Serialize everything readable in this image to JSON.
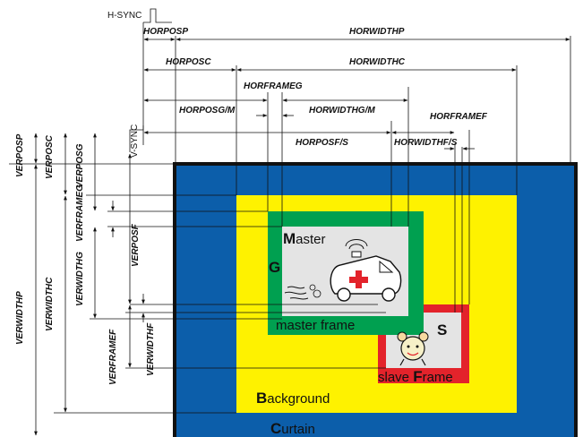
{
  "signals": {
    "hsync": "H-SYNC",
    "vsync": "V-SYNC"
  },
  "horizontal": {
    "horposp": "HORPOSP",
    "horwidthp": "HORWIDTHP",
    "horposc": "HORPOSC",
    "horwidthc": "HORWIDTHC",
    "horframeg": "HORFRAMEG",
    "horposg_m": "HORPOSG/M",
    "horwidthg_m": "HORWIDTHG/M",
    "horframef": "HORFRAMEF",
    "horposf_s": "HORPOSF/S",
    "horwidthf_s": "HORWIDTHF/S"
  },
  "vertical": {
    "verposp": "VERPOSP",
    "verwidthp": "VERWIDTHP",
    "verposc": "VERPOSC",
    "verwidthc": "VERWIDTHC",
    "verposg": "VERPOSG",
    "verframeg": "VERFRAMEG",
    "verwidthg": "VERWIDTHG",
    "verposf": "VERPOSF",
    "verframef": "VERFRAMEF",
    "verwidthf": "VERWIDTHF"
  },
  "regions": {
    "master_initial": "M",
    "master_rest": "aster",
    "master_frame_initial": "G",
    "master_frame_label": "master frame",
    "slave_initial": "S",
    "slave_frame_pre": "slave ",
    "slave_frame_initial": "F",
    "slave_frame_post": "rame",
    "background_initial": "B",
    "background_rest": "ackground",
    "curtain_initial": "C",
    "curtain_rest": "urtain"
  },
  "colors": {
    "curtain": "#0c5eaa",
    "background": "#fef200",
    "master_frame": "#00a050",
    "master_window": "#e4e4e4",
    "slave_frame": "#e3232b",
    "slave_window": "#e4e4e4"
  },
  "icons": {
    "master_picture": "ambulance-icon",
    "slave_picture": "alarm-clock-icon"
  }
}
